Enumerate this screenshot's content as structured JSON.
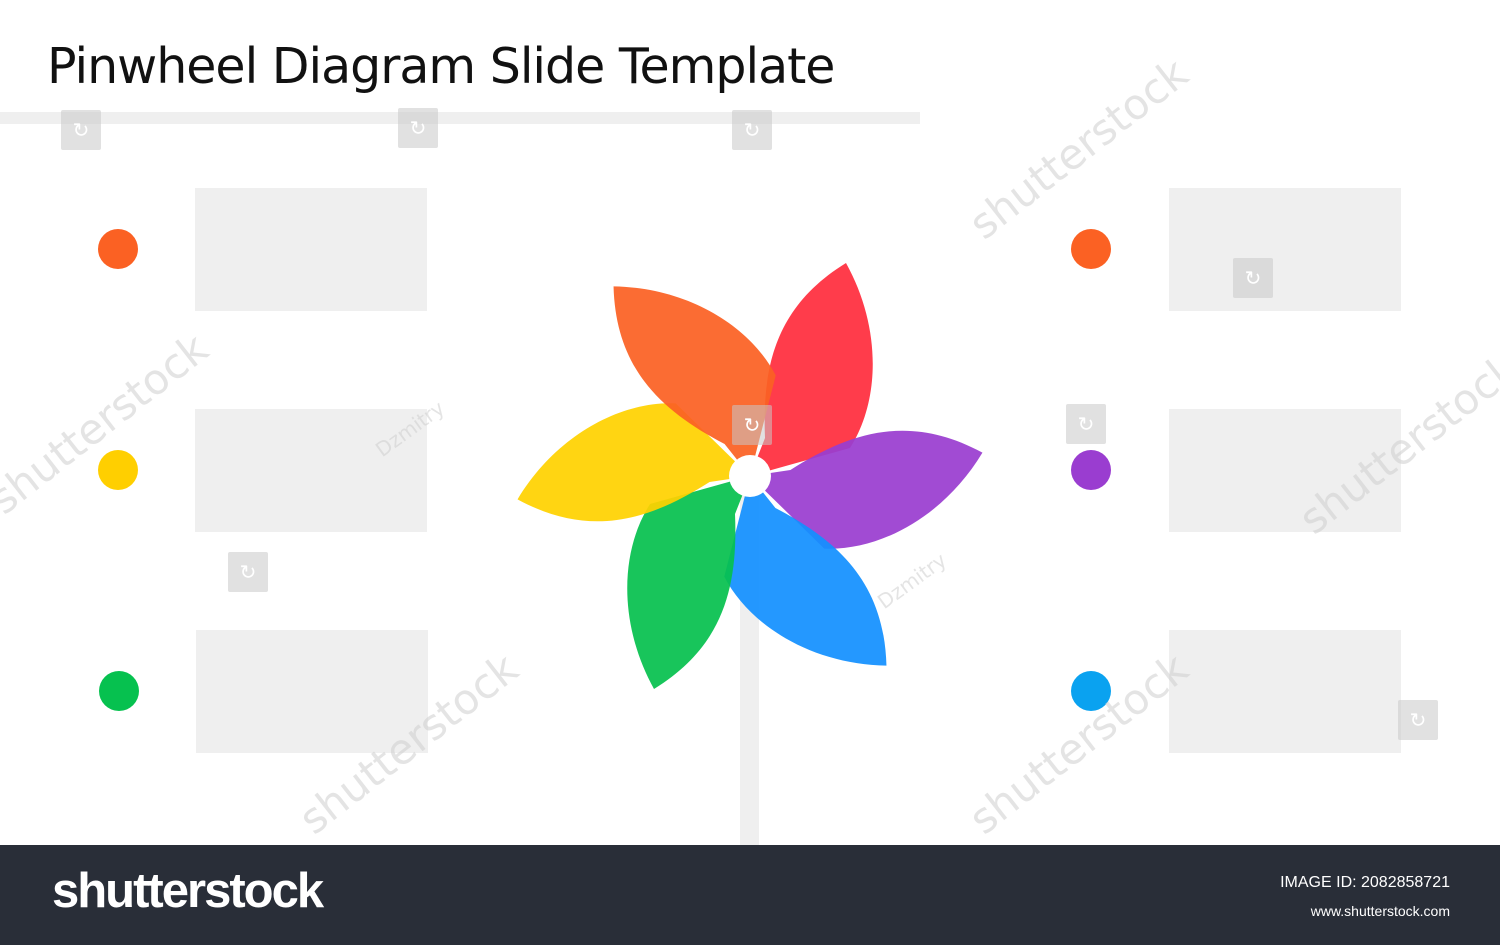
{
  "slide": {
    "title": "Pinwheel Diagram Slide Template",
    "items_left": [
      {
        "color": "#fb6123"
      },
      {
        "color": "#ffcf00"
      },
      {
        "color": "#06c14f"
      }
    ],
    "items_right": [
      {
        "color": "#fb6123"
      },
      {
        "color": "#9a3dd0"
      },
      {
        "color": "#0aa2f0"
      }
    ],
    "pinwheel": {
      "blade_colors": [
        "#ff2d3d",
        "#9a3dd0",
        "#1390ff",
        "#06c14f",
        "#ffd200",
        "#fb6123"
      ]
    }
  },
  "watermark": {
    "brand": "shutterstock",
    "author": "Dzmitry"
  },
  "footer": {
    "logo": "shutterstock",
    "image_id": "IMAGE ID: 2082858721",
    "url": "www.shutterstock.com"
  }
}
